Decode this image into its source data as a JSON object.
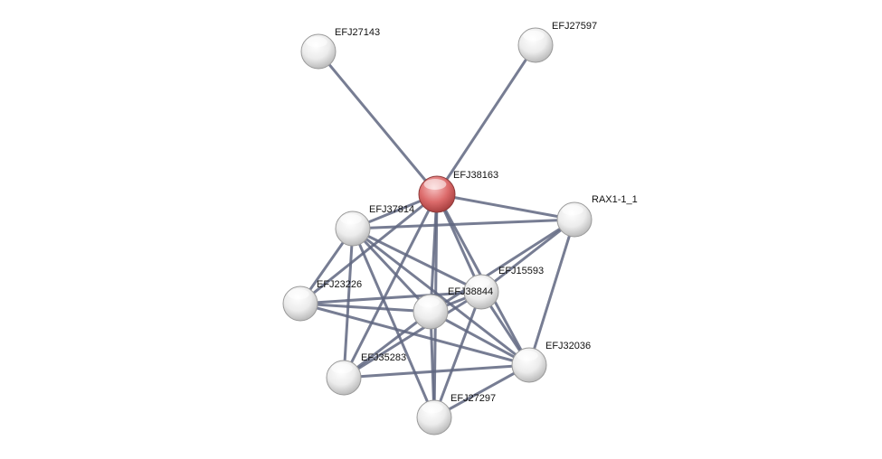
{
  "network": {
    "colors": {
      "edge": "#5f6680",
      "query_node": "#e07070",
      "node": "#e8e8e8",
      "background": "#ffffff"
    },
    "nodes": [
      {
        "id": "EFJ38163",
        "label": "EFJ38163",
        "query": true
      },
      {
        "id": "EFJ27143",
        "label": "EFJ27143",
        "query": false
      },
      {
        "id": "EFJ27597",
        "label": "EFJ27597",
        "query": false
      },
      {
        "id": "RAX1-1_1",
        "label": "RAX1-1_1",
        "query": false
      },
      {
        "id": "EFJ37814",
        "label": "EFJ37814",
        "query": false
      },
      {
        "id": "EFJ15593",
        "label": "EFJ15593",
        "query": false
      },
      {
        "id": "EFJ23226",
        "label": "EFJ23226",
        "query": false
      },
      {
        "id": "EFJ38844",
        "label": "EFJ38844",
        "query": false
      },
      {
        "id": "EFJ32036",
        "label": "EFJ32036",
        "query": false
      },
      {
        "id": "EFJ35283",
        "label": "EFJ35283",
        "query": false
      },
      {
        "id": "EFJ27297",
        "label": "EFJ27297",
        "query": false
      }
    ],
    "edges": [
      [
        "EFJ38163",
        "EFJ27143"
      ],
      [
        "EFJ38163",
        "EFJ27597"
      ],
      [
        "EFJ38163",
        "RAX1-1_1"
      ],
      [
        "EFJ38163",
        "EFJ37814"
      ],
      [
        "EFJ38163",
        "EFJ15593"
      ],
      [
        "EFJ38163",
        "EFJ23226"
      ],
      [
        "EFJ38163",
        "EFJ38844"
      ],
      [
        "EFJ38163",
        "EFJ32036"
      ],
      [
        "EFJ38163",
        "EFJ35283"
      ],
      [
        "EFJ38163",
        "EFJ27297"
      ],
      [
        "EFJ37814",
        "RAX1-1_1"
      ],
      [
        "EFJ37814",
        "EFJ15593"
      ],
      [
        "EFJ37814",
        "EFJ23226"
      ],
      [
        "EFJ37814",
        "EFJ38844"
      ],
      [
        "EFJ37814",
        "EFJ32036"
      ],
      [
        "EFJ37814",
        "EFJ35283"
      ],
      [
        "EFJ37814",
        "EFJ27297"
      ],
      [
        "RAX1-1_1",
        "EFJ15593"
      ],
      [
        "RAX1-1_1",
        "EFJ38844"
      ],
      [
        "RAX1-1_1",
        "EFJ32036"
      ],
      [
        "EFJ15593",
        "EFJ23226"
      ],
      [
        "EFJ15593",
        "EFJ38844"
      ],
      [
        "EFJ15593",
        "EFJ32036"
      ],
      [
        "EFJ15593",
        "EFJ35283"
      ],
      [
        "EFJ15593",
        "EFJ27297"
      ],
      [
        "EFJ23226",
        "EFJ38844"
      ],
      [
        "EFJ23226",
        "EFJ32036"
      ],
      [
        "EFJ38844",
        "EFJ32036"
      ],
      [
        "EFJ38844",
        "EFJ35283"
      ],
      [
        "EFJ38844",
        "EFJ27297"
      ],
      [
        "EFJ35283",
        "EFJ32036"
      ],
      [
        "EFJ27297",
        "EFJ32036"
      ]
    ]
  }
}
